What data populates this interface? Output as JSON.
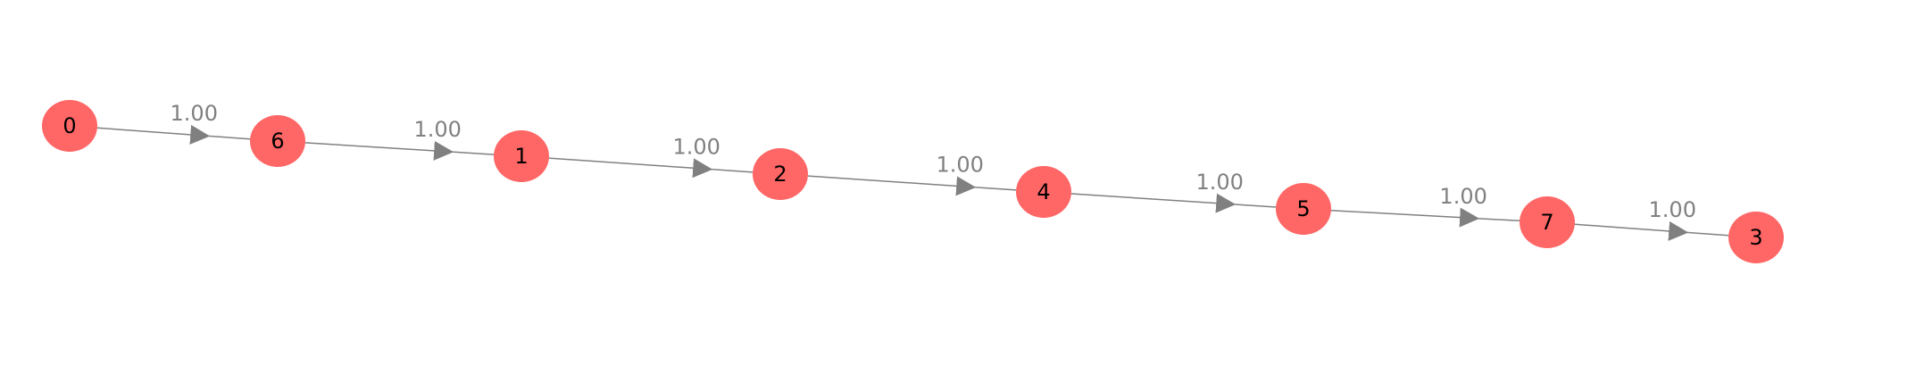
{
  "graph": {
    "colors": {
      "node_fill": "#ff6666",
      "edge_stroke": "#808080",
      "edge_label": "#808080",
      "node_label": "#000000"
    },
    "nodes": [
      {
        "id": "0",
        "label": "0"
      },
      {
        "id": "6",
        "label": "6"
      },
      {
        "id": "1",
        "label": "1"
      },
      {
        "id": "2",
        "label": "2"
      },
      {
        "id": "4",
        "label": "4"
      },
      {
        "id": "5",
        "label": "5"
      },
      {
        "id": "7",
        "label": "7"
      },
      {
        "id": "3",
        "label": "3"
      }
    ],
    "edges": [
      {
        "source": "0",
        "target": "6",
        "label": "1.00"
      },
      {
        "source": "6",
        "target": "1",
        "label": "1.00"
      },
      {
        "source": "1",
        "target": "2",
        "label": "1.00"
      },
      {
        "source": "2",
        "target": "4",
        "label": "1.00"
      },
      {
        "source": "4",
        "target": "5",
        "label": "1.00"
      },
      {
        "source": "5",
        "target": "7",
        "label": "1.00"
      },
      {
        "source": "7",
        "target": "3",
        "label": "1.00"
      }
    ]
  }
}
